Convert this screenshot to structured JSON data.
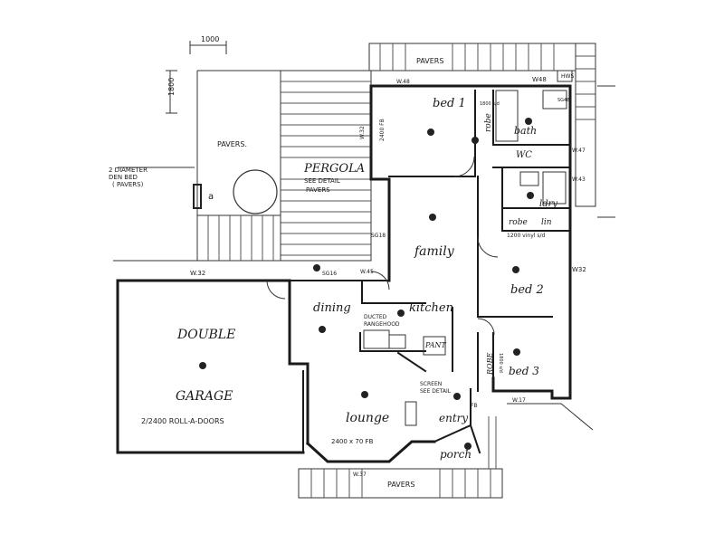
{
  "plan": {
    "rooms": {
      "bed1": "bed 1",
      "bed2": "bed 2",
      "bed3": "bed 3",
      "family": "family",
      "dining": "dining",
      "kitchen": "kitchen",
      "lounge": "lounge",
      "entry": "entry",
      "porch": "porch",
      "garage_1": "DOUBLE",
      "garage_2": "GARAGE",
      "pergola": "PERGOLA",
      "bath": "bath",
      "wc": "WC",
      "ldry": "ldry",
      "robe_bed1": "robe",
      "robe_bed2": "robe",
      "robe_bed3": "ROBE",
      "lin": "lin",
      "pant": "PANT"
    },
    "labels": {
      "pavers_top": "PAVERS",
      "pavers_left": "PAVERS.",
      "pavers_bottom": "PAVERS",
      "pergola_note_1": "SEE DETAIL",
      "pergola_note_2": "PAVERS",
      "diameter_1": "2 DIAMETER",
      "diameter_2": "DEN BED",
      "diameter_3": "( PAVERS)",
      "garage_doors": "2/2400 ROLL-A-DOORS",
      "ducted_1": "DUCTED",
      "ducted_2": "RANGEHOOD",
      "screen_1": "SCREEN",
      "screen_2": "SEE DETAIL",
      "lounge_window": "2400 x 70 FB",
      "bed1_window": "2400 FB",
      "vinyl_note": "1200 vinyl s/d",
      "robe_note": "1800 s/d",
      "bed3_robe_note": "1800 s/d",
      "garden_tap": "a",
      "hot_water": "HWS",
      "entry_note": "FB"
    },
    "dimensions": {
      "dim_top": "1000",
      "dim_side": "1800"
    },
    "window_tags": {
      "w_bed1": "W48",
      "w_bed1b": "W.48",
      "w_family": "W.45",
      "w_bath": "W.47",
      "w_wc": "W.43",
      "w_bed2": "W32",
      "w_bed3": "W.17",
      "w_garage": "W.32",
      "w_porch": "W.37",
      "w_top": "SG48",
      "w_bed1side": "W.32",
      "w_fam2": "SG18",
      "w_dining": "SG16"
    }
  }
}
